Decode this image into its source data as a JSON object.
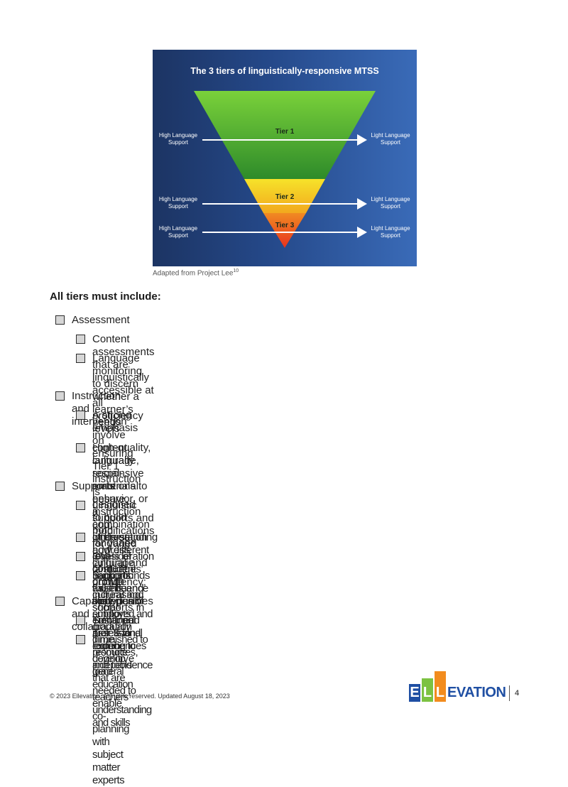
{
  "figure": {
    "title": "The 3 tiers of linguistically-responsive MTSS",
    "tiers": [
      "Tier 1",
      "Tier 2",
      "Tier 3"
    ],
    "left_label": "High Language Support",
    "right_label": "Light Language Support",
    "colors": {
      "tier1_top": "#7ad13a",
      "tier1_bottom": "#2e8b2a",
      "tier2": "#f2d21e",
      "tier3": "#ee4a22"
    }
  },
  "caption": {
    "text": "Adapted from Project Lee",
    "sup": "10"
  },
  "heading": "All tiers must include:",
  "sections": [
    {
      "title": "Assessment",
      "items": [
        [
          "Content assessments that are linguistically accessible at all proficiency levels"
        ],
        [
          "Language monitoring to discern whether a learner’s needs involve content,",
          "language, social-emotional behavior, or a combination of those"
        ]
      ]
    },
    {
      "title": "Instruction and intervention",
      "items": [
        [
          "A strong emphasis on ensuring Tier 1 instruction is designed to build both",
          "language and content growth"
        ],
        [
          "High-quality, culturally responsive materials to ensure instruction and",
          "intervention address cultural and linguistic assets and opportunities"
        ]
      ]
    },
    {
      "title": "Supports",
      "items": [
        [
          "Linguistic supports and modifications for varied levels of language proficiency;",
          "increasing supports in Tier 1 and Tier 3 to reduce cognitive load"
        ],
        [
          "Understanding how different language backgrounds will influence the types of supports"
        ],
        [
          "Consideration of students’ unique cultural and social-emotional assets and experiences"
        ],
        [
          "Supports must be strategically employed and gradually diminished to promote independence"
        ]
      ]
    },
    {
      "title": "Capacity and collaboration",
      "items": [
        [
          "Sustained professional learning to develop general education teachers’ understanding and skills"
        ],
        [
          "Time, resources, and tools that are needed to enable co-planning with subject matter experts"
        ]
      ]
    }
  ],
  "footer": "© 2023 Ellevation. All rights reserved. Updated August 18, 2023",
  "logo": {
    "letters": [
      "E",
      "L",
      "L"
    ],
    "rest": "EVATION",
    "colors": [
      "#1f4fa3",
      "#7cc242",
      "#f28c1e"
    ]
  },
  "page_number": "4"
}
